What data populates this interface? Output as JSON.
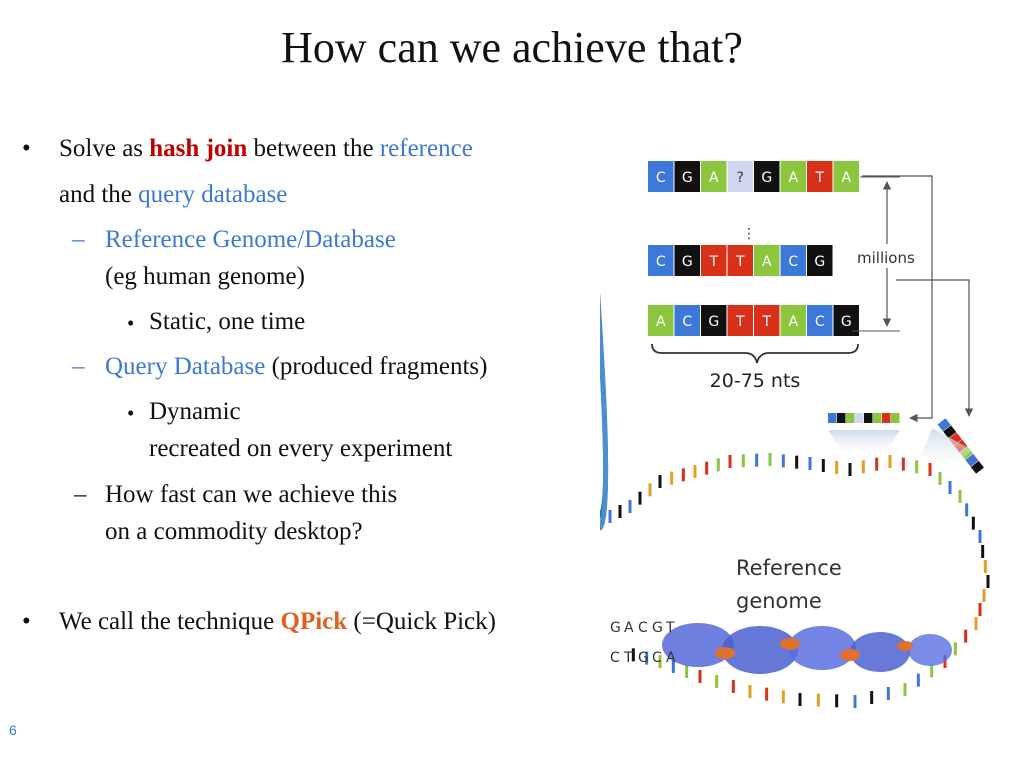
{
  "slide": {
    "title": "How can we achieve that?",
    "page_number": "6"
  },
  "bullets": {
    "b1_a": "Solve as ",
    "b1_b": "hash join",
    "b1_c": " between the ",
    "b1_d": "reference",
    "b1_e": "and the ",
    "b1_f": "query database",
    "s1_a": "Reference Genome/Database",
    "s1_b": "(eg human genome)",
    "s1_t1": "Static, one time",
    "s2_a": "Query Database",
    "s2_b": " (produced fragments)",
    "s2_t1": "Dynamic",
    "s2_t2": "recreated on every experiment",
    "s3_a": "How fast can we achieve this",
    "s3_b": "on a commodity desktop?",
    "b2_a": "We call the technique ",
    "b2_b": "QPick",
    "b2_c": " (=Quick Pick)"
  },
  "figure": {
    "reads": [
      [
        "C",
        "G",
        "A",
        "?",
        "G",
        "A",
        "T",
        "A"
      ],
      [
        "C",
        "G",
        "T",
        "T",
        "A",
        "C",
        "G"
      ],
      [
        "A",
        "C",
        "G",
        "T",
        "T",
        "A",
        "C",
        "G"
      ]
    ],
    "ellipsis": "⋮",
    "millions_label": "millions",
    "length_label": "20-75 nts",
    "reference_label_1": "Reference",
    "reference_label_2": "genome",
    "strand_letters": [
      "G",
      "A",
      "C",
      "G",
      "T",
      "C",
      "T",
      "G",
      "C",
      "A"
    ],
    "colors": {
      "C": "#3c78d8",
      "G": "#111111",
      "A": "#8cc63f",
      "T": "#d9301a",
      "?": "#cfd8ef",
      "backbone": "#2a6fb5",
      "arrow": "#555555"
    }
  }
}
